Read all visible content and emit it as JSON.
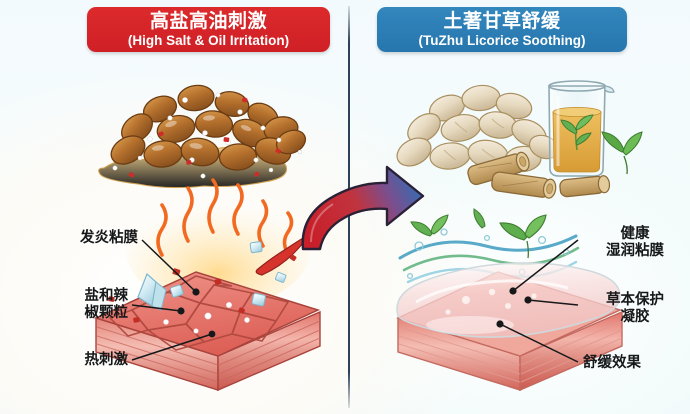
{
  "background": {
    "page_color": "#f2fafc",
    "divider_color": "#2b4258"
  },
  "header": {
    "left": {
      "title_cn": "高盐高油刺激",
      "title_en": "(High Salt & Oil Irritation)",
      "color": "#d6242a",
      "text_color": "#ffffff"
    },
    "right": {
      "title_cn": "土著甘草舒缓",
      "title_en": "(TuZhu Licorice Soothing)",
      "color": "#2d80b8",
      "text_color": "#ffffff"
    }
  },
  "arrow": {
    "name": "transition-arrow",
    "direction": "right",
    "start_color": "#c8202a",
    "end_color": "#2f6fb5",
    "outline_color": "#2b2136"
  },
  "left_panel": {
    "food_illustration": {
      "name": "salty-oily-fried-nuts",
      "description": "Pile of glossy deep-fried nuts in oil with salt grains and chili flakes",
      "nut_color": "#b5712d",
      "oil_color": "#e8b255",
      "salt_color": "#ffffff",
      "chili_color": "#cf2b28"
    },
    "tissue_illustration": {
      "name": "inflamed-mucosa-block",
      "description": "Cracked inflamed red tissue block with salt crystals, chili pepper and heat waves",
      "tissue_color": "#e4655c",
      "crack_color": "#b03f3a",
      "heat_color": "#f26a21",
      "crystal_color": "#cfe8ef"
    },
    "labels": [
      {
        "name": "label-inflamed-mucosa",
        "text": "发炎粘膜"
      },
      {
        "name": "label-salt-chili-particles",
        "text": "盐和辣\n椒颗粒"
      },
      {
        "name": "label-heat-irritation",
        "text": "热刺激"
      }
    ]
  },
  "right_panel": {
    "food_illustration": {
      "name": "licorice-and-pale-nuts",
      "description": "Pile of pale nuts, beaker of amber licorice tea, licorice root slices and green leaves",
      "nut_color": "#e8dcc3",
      "tea_color": "#e0aa43",
      "root_color": "#c9a063",
      "leaf_color": "#5aa845"
    },
    "tissue_illustration": {
      "name": "soothed-mucosa-block",
      "description": "Healthy pink tissue block covered by translucent protective gel with soothing waves and leaves",
      "tissue_color": "#e98f86",
      "gel_color": "#f3dadb",
      "wave_colors": [
        "#59a9c9",
        "#72bb8d",
        "#9ed4e3"
      ],
      "leaf_color": "#62b052"
    },
    "labels": [
      {
        "name": "label-healthy-moist-mucosa",
        "text": "健康\n湿润粘膜"
      },
      {
        "name": "label-herbal-protective-gel",
        "text": "草本保护\n凝胶"
      },
      {
        "name": "label-soothing-effect",
        "text": "舒缓效果"
      }
    ]
  }
}
